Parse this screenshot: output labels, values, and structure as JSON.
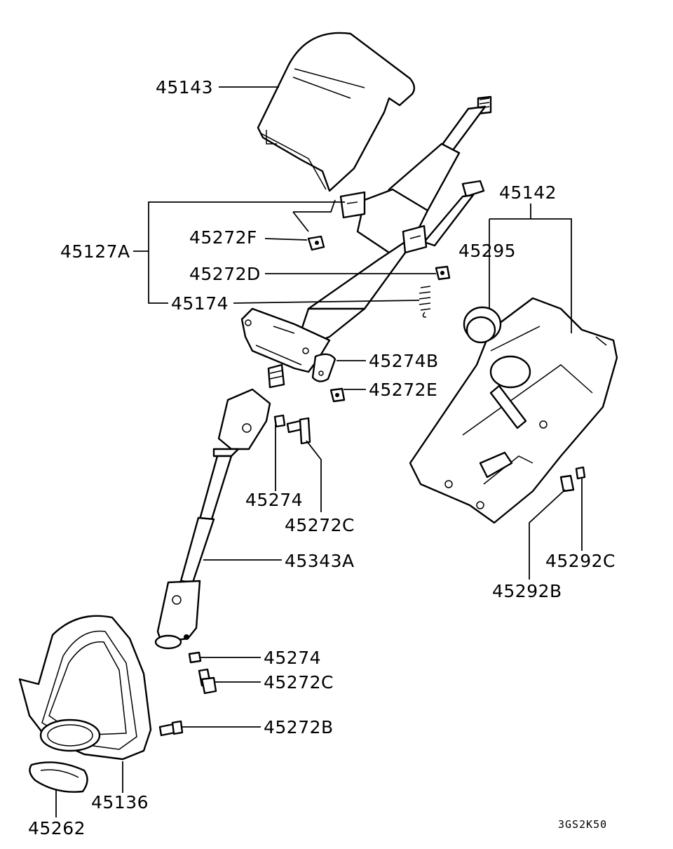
{
  "labels": {
    "l45143": "45143",
    "l45142": "45142",
    "l45127A": "45127A",
    "l45272F": "45272F",
    "l45295": "45295",
    "l45272D": "45272D",
    "l45174": "45174",
    "l45274B": "45274B",
    "l45272E": "45272E",
    "l45274a": "45274",
    "l45272Ca": "45272C",
    "l45343A": "45343A",
    "l45292C": "45292C",
    "l45292B": "45292B",
    "l45274b": "45274",
    "l45272Cb": "45272C",
    "l45272B": "45272B",
    "l45136": "45136",
    "l45262": "45262"
  },
  "diagram_code": "3GS2K50"
}
